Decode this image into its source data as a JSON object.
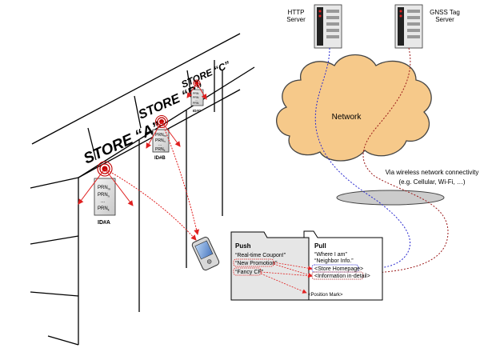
{
  "servers": {
    "http": {
      "line1": "HTTP",
      "line2": "Server"
    },
    "gnss": {
      "line1": "GNSS Tag",
      "line2": "Server"
    }
  },
  "network": {
    "label": "Network",
    "wireless_line1": "Via wireless network connectivity",
    "wireless_line2": "(e.g. Cellular, Wi-Fi, …)"
  },
  "stores": {
    "a": {
      "title": "STORE “A”",
      "prn1": "PRN",
      "sub1": "m",
      "prn2": "PRN",
      "sub2": "n",
      "dots": "...",
      "prn3": "PRN",
      "sub3": "k",
      "id": "ID#A"
    },
    "b": {
      "title": "STORE “B”",
      "prn1": "PRN",
      "sub1": "m",
      "prn2": "PRN",
      "sub2": "n",
      "dots": "...",
      "prn3": "PRN",
      "sub3": "k",
      "id": "ID#B"
    },
    "c": {
      "title": "STORE “C”",
      "prn1": "PRN",
      "prn2": "PRN",
      "dots": "...",
      "prn3": "PRN",
      "id": "ID#C"
    }
  },
  "push": {
    "tab": "Push",
    "item1": "“Real-time Coupon!”",
    "item2": "“New Promotion”",
    "item3": "“Fancy CF”"
  },
  "pull": {
    "tab": "Pull",
    "item1": "“Where I am”",
    "item2": "“Neighbor Info.”",
    "item3": "<Store Homepage>",
    "item4": "<Information in-detail>"
  },
  "position_mark": "<Position Mark>",
  "colors": {
    "red": "#e02020",
    "blue": "#2a2ad0",
    "darkred": "#9b1a1a",
    "cloud": "#f6c98a",
    "cloud_stroke": "#444444"
  }
}
